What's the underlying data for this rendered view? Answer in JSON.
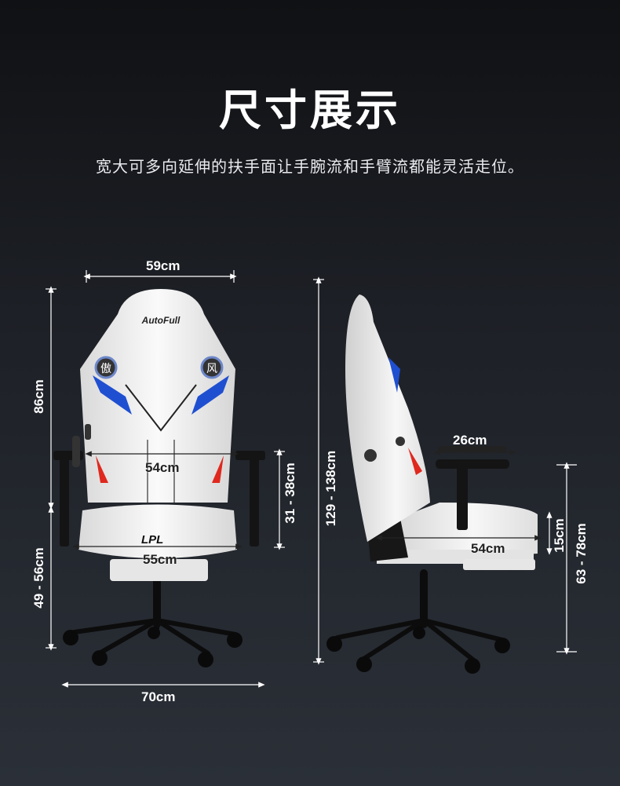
{
  "header": {
    "title": "尺寸展示",
    "subtitle": "宽大可多向延伸的扶手面让手腕流和手臂流都能灵活走位。"
  },
  "brand": {
    "logo_text": "AutoFull",
    "badge_left": "傲",
    "badge_right": "风",
    "seat_logo": "LPL"
  },
  "dimensions": {
    "front_backrest_width": "59cm",
    "front_backrest_height": "86cm",
    "front_inner_width": "54cm",
    "front_armrest_height": "31 - 38cm",
    "front_seat_height": "49 - 56cm",
    "front_seat_width": "55cm",
    "front_base_width": "70cm",
    "side_total_height": "129 - 138cm",
    "side_armrest_width": "26cm",
    "side_seat_depth": "54cm",
    "side_armrest_lift": "15cm",
    "side_armrest_floor_height": "63 - 78cm"
  },
  "colors": {
    "chair_white": "#f4f4f4",
    "accent_blue": "#1f4fd1",
    "accent_red": "#e0281e",
    "frame_black": "#111111"
  }
}
